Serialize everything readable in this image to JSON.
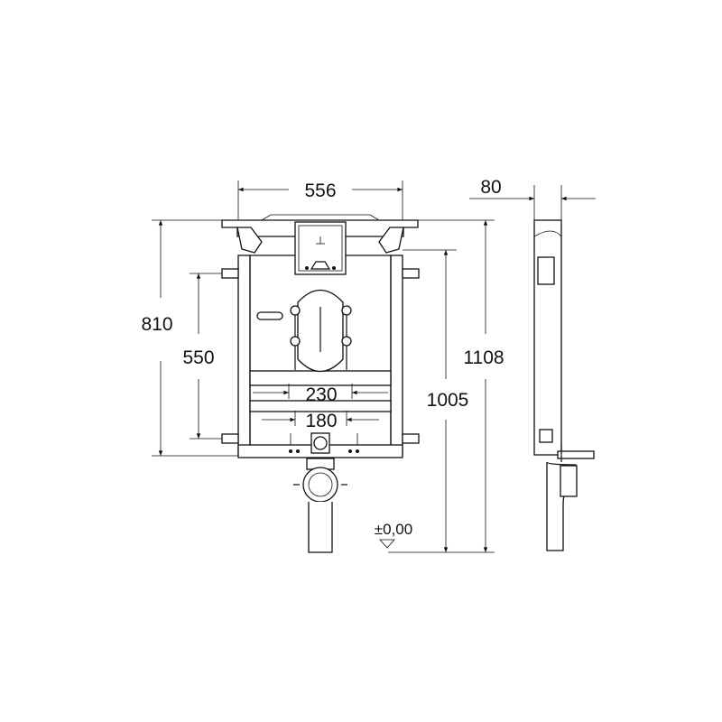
{
  "dimensions": {
    "width_top": "556",
    "depth_side": "80",
    "height_frame": "810",
    "height_bracket": "550",
    "height_total": "1108",
    "height_inner": "1005",
    "spacing_upper": "230",
    "spacing_lower": "180",
    "floor_level": "±0,00"
  }
}
